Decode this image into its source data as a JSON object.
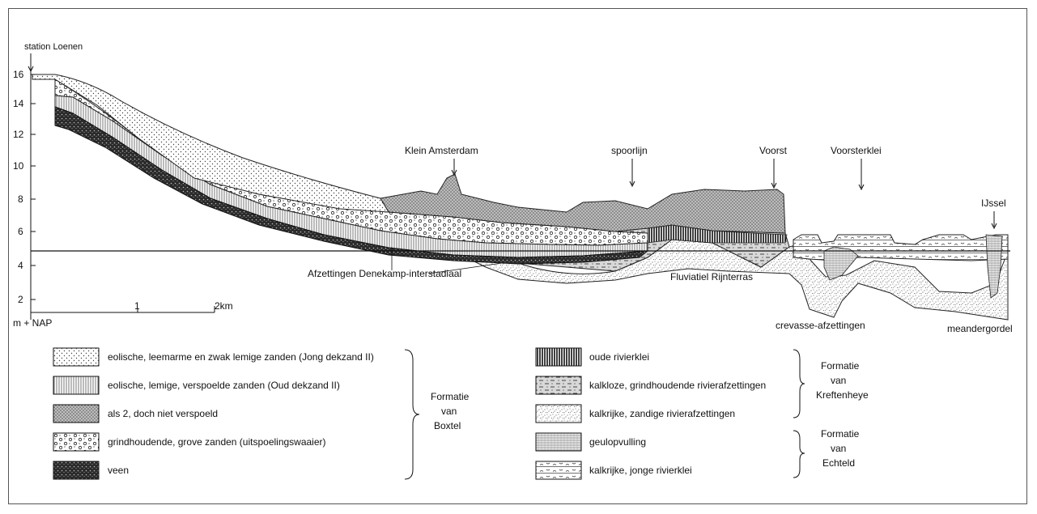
{
  "locations": {
    "station": "station Loenen",
    "klein_amsterdam": "Klein Amsterdam",
    "spoorlijn": "spoorlijn",
    "voorst": "Voorst",
    "voorsterklei": "Voorsterklei",
    "ijssel": "IJssel"
  },
  "labels": {
    "denekamp": "Afzettingen Denekamp-interstadiaal",
    "rijnterras": "Fluviatiel Rijnterras",
    "crevasse": "crevasse-afzettingen",
    "meandergordel": "meandergordel",
    "y_unit": "m + NAP"
  },
  "y_ticks": [
    "16",
    "14",
    "12",
    "10",
    "8",
    "6",
    "4",
    "2"
  ],
  "scale": {
    "one": "1",
    "two": "2km"
  },
  "legend_left": [
    {
      "pattern": "fine-dots",
      "text": "eolische, leemarme en zwak lemige zanden (Jong dekzand II)"
    },
    {
      "pattern": "lines-v",
      "text": "eolische, lemige, verspoelde zanden   (Oud dekzand II)"
    },
    {
      "pattern": "stipple",
      "text": "als 2, doch niet verspoeld"
    },
    {
      "pattern": "circles",
      "text": "grindhoudende, grove zanden (uitspoelingswaaier)"
    },
    {
      "pattern": "dark",
      "text": "veen"
    }
  ],
  "formation_boxtel": [
    "Formatie",
    "van",
    "Boxtel"
  ],
  "legend_right": [
    {
      "pattern": "vstripes",
      "text": "oude rivierklei"
    },
    {
      "pattern": "dashes",
      "text": "kalkloze, grindhoudende rivierafzettingen"
    },
    {
      "pattern": "speckle",
      "text": "kalkrijke, zandige rivierafzettingen"
    },
    {
      "pattern": "fine-lines",
      "text": "geulopvulling"
    },
    {
      "pattern": "waves",
      "text": "kalkrijke, jonge rivierklei"
    }
  ],
  "formation_kreftenheye": [
    "Formatie",
    "van",
    "Kreftenheye"
  ],
  "formation_echteld": [
    "Formatie",
    "van",
    "Echteld"
  ]
}
